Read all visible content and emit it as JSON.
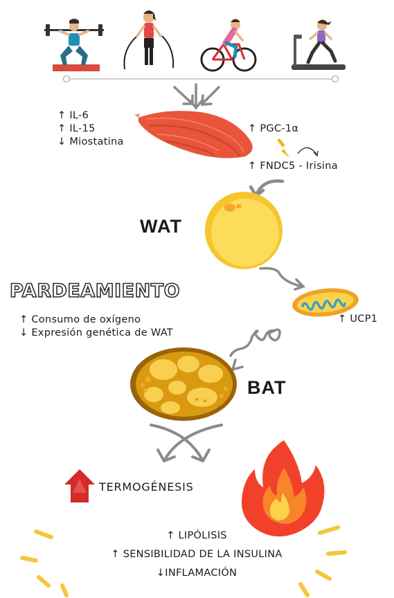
{
  "exercises": [
    "weightlifting-icon",
    "jump-rope-icon",
    "cycling-icon",
    "treadmill-icon"
  ],
  "muscle_left": {
    "il6": "↑ IL-6",
    "il15": "↑ IL-15",
    "miostatina": "↓ Miostatina"
  },
  "muscle_right": {
    "pgc": "↑ PGC-1α",
    "fndc5": "↑ FNDC5 - Irisina"
  },
  "wat_label": "WAT",
  "pardeamiento": {
    "title": "PARDEAMIENTO",
    "consumo": "↑ Consumo de oxígeno",
    "expresion": "↓ Expresión genética de WAT"
  },
  "ucp1": "↑ UCP1",
  "bat_label": "BAT",
  "termogenesis": "TERMOGÉNESIS",
  "outcomes": {
    "lipolisis": "↑ LIPÓLISIS",
    "sensibilidad": "↑ SENSIBILIDAD DE LA INSULINA",
    "inflamacion": "↓INFLAMACIÓN"
  },
  "colors": {
    "muscle": "#e8553a",
    "wat": "#f6c52c",
    "bat_outer": "#c8860b",
    "fire": "#f2412a",
    "arrow_gray": "#8a8a8a",
    "up_arrow_red": "#d42a2a"
  }
}
